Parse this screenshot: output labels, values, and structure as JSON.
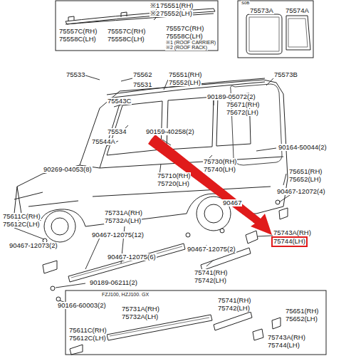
{
  "diagram": {
    "labels": [
      "※1",
      "75551(RH)",
      "※2",
      "75552(LH)",
      "75557C(RH)",
      "75558C(LH)",
      "75557C(RH)",
      "75558C(LH)",
      "75557C(RH)",
      "75558C(LH)",
      "※1 (ROOF CARRIER)",
      "※2 (ROOF RACK)",
      "S0B",
      "75573A",
      "75574A",
      "75533",
      "75562",
      "75551(RH)",
      "75552(LH)",
      "75531",
      "75573B",
      "75543C",
      "90189-05072(2)",
      "75671(RH)",
      "75672(LH)",
      "75534",
      "75544A",
      "90159-40258(2)",
      "90164-50044(2)",
      "90269-04053(8)",
      "75710(RH)",
      "75720(LH)",
      "75730(RH)",
      "75740(LH)",
      "75651(RH)",
      "75652(LH)",
      "90467-12072(4)",
      "90467",
      "75611C(RH)",
      "75612C(LH)",
      "75731A(RH)",
      "75732A(LH)",
      "90467-12073(2)",
      "90467-12075(12)",
      "90467-12075(2)",
      "90467-12075(6)",
      "75743A(RH)",
      "75744(LH)",
      "75741(RH)",
      "75742(LH)",
      "90189-06211(2)",
      "90166-60003(2)",
      "FZJ100, HZJ100. GX",
      "75731A(RH)",
      "75732A(LH)",
      "75741(RH)",
      "75742(LH)",
      "75611C(RH)",
      "75612C(LH)",
      "75651(RH)",
      "75652(LH)",
      "75743A(RH)",
      "75744(LH)"
    ]
  }
}
